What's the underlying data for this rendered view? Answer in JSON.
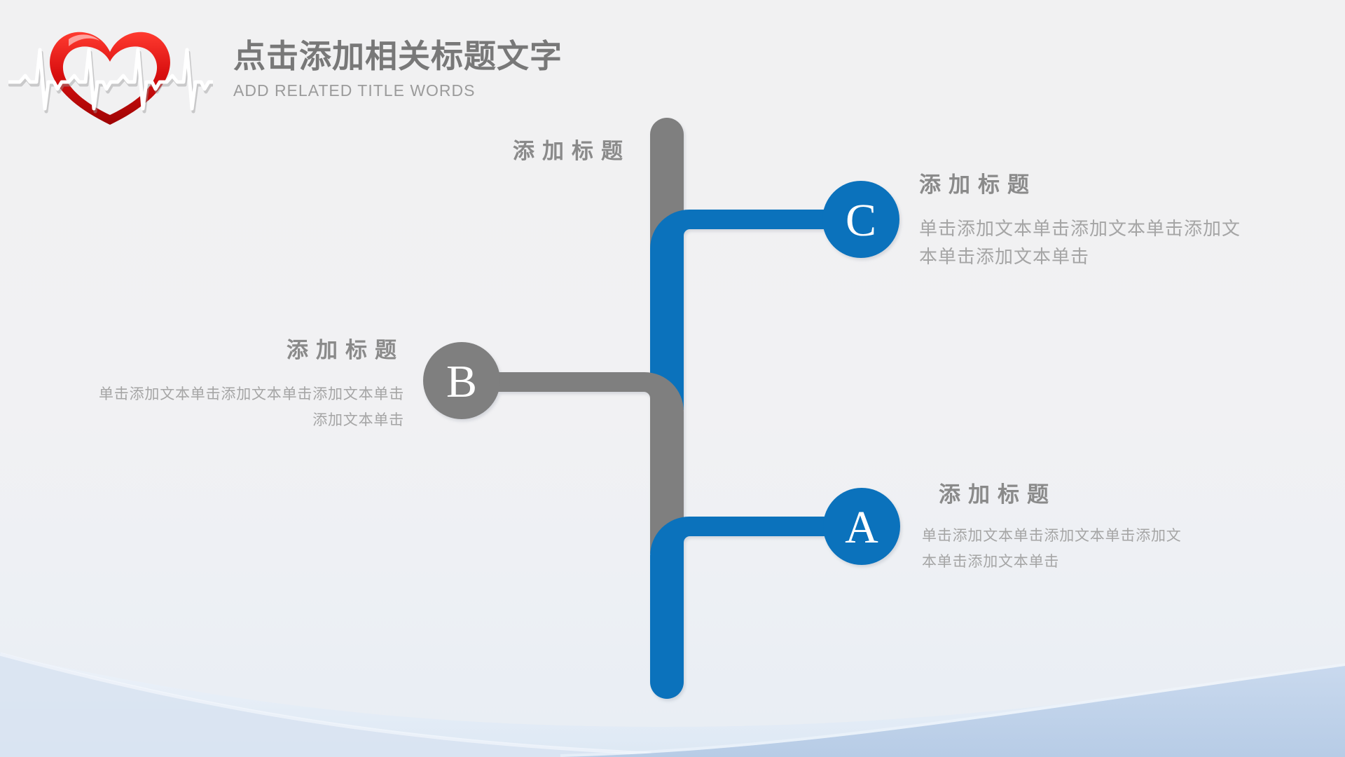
{
  "header": {
    "title": "点击添加相关标题文字",
    "subtitle": "ADD RELATED TITLE WORDS"
  },
  "logo": {
    "icon": "heart-with-ecg-line"
  },
  "colors": {
    "accent_blue": "#0b72bc",
    "accent_gray": "#7f7f7f",
    "heart_red": "#cc0606",
    "wave_blue": "#bdd0e9",
    "title_gray": "#787878",
    "body_gray": "#a5a5a5"
  },
  "tree": {
    "top_label": "添加标题",
    "branches": [
      {
        "id": "C",
        "letter": "C",
        "side": "right",
        "color": "blue",
        "title": "添加标题",
        "body": "单击添加文本单击添加文本单击添加文本单击添加文本单击"
      },
      {
        "id": "B",
        "letter": "B",
        "side": "left",
        "color": "gray",
        "title": "添加标题",
        "body": "单击添加文本单击添加文本单击添加文本单击添加文本单击"
      },
      {
        "id": "A",
        "letter": "A",
        "side": "right",
        "color": "blue",
        "title": "添加标题",
        "body": "单击添加文本单击添加文本单击添加文本单击添加文本单击"
      }
    ]
  }
}
